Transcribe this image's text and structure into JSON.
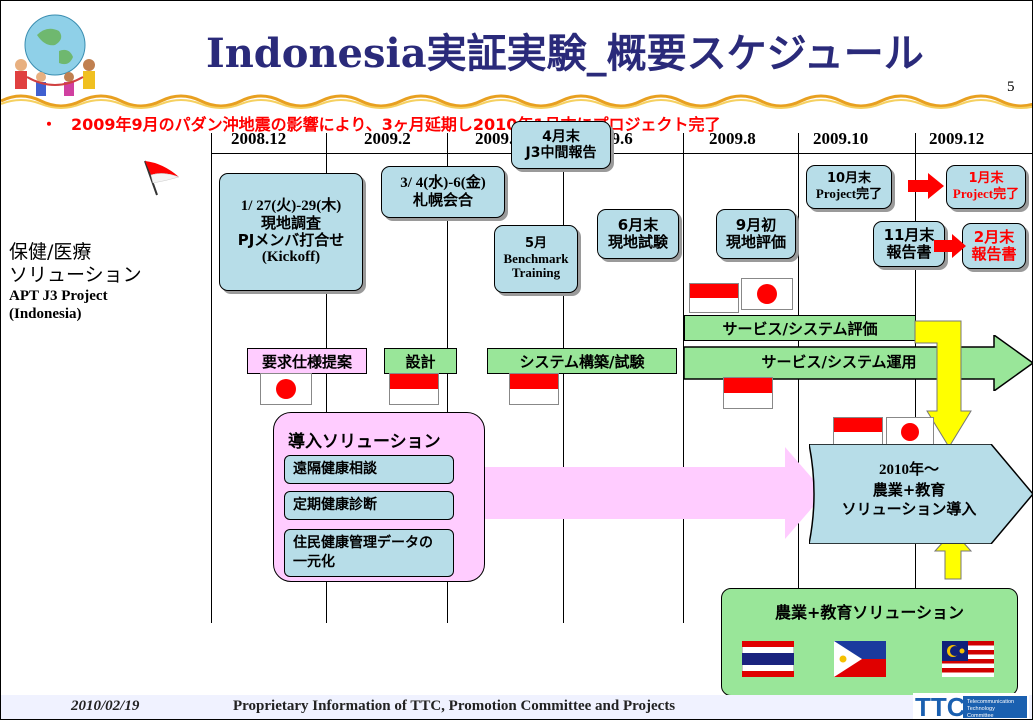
{
  "header": {
    "title": "Indonesia実証実験_概要スケジュール",
    "page_number": "5",
    "note_bullet": "・",
    "note": "2009年9月のパダン沖地震の影響により、3ヶ月延期し2010年1月末にプロジェクト完了"
  },
  "timeline": {
    "dates": [
      "2008.12",
      "2009.2",
      "2009.4",
      "2009.6",
      "2009.8",
      "2009.10",
      "2009.12"
    ]
  },
  "left_label": {
    "line1": "保健/医療",
    "line2": "ソリューション",
    "line3": "APT J3 Project",
    "line4": "(Indonesia)"
  },
  "milestones": {
    "kickoff": {
      "line1": "1/ 27(火)-29(木)",
      "line2": "現地調査",
      "line3": "PJメンバ打合せ",
      "line4": "(Kickoff)"
    },
    "sapporo": {
      "line1": "3/ 4(水)-6(金)",
      "line2": "札幌会合"
    },
    "j3_mid": {
      "line1": "4月末",
      "line2": "J3中間報告"
    },
    "benchmark": {
      "line1": "5月",
      "line2": "Benchmark",
      "line3": "Training"
    },
    "field_test": {
      "line1": "6月末",
      "line2": "現地試験"
    },
    "field_eval": {
      "line1": "9月初",
      "line2": "現地評価"
    },
    "project_done_old": {
      "line1": "10月末",
      "line2": "Project完了"
    },
    "project_done_new": {
      "line1": "1月末",
      "line2": "Project完了"
    },
    "report_old": {
      "line1": "11月末",
      "line2": "報告書"
    },
    "report_new": {
      "line1": "2月末",
      "line2": "報告書"
    }
  },
  "phases": {
    "requirements": "要求仕様提案",
    "design": "設計",
    "build_test": "システム構築/試験",
    "evaluation": "サービス/システム評価",
    "operation": "サービス/システム運用"
  },
  "solutions": {
    "heading": "導入ソリューション",
    "items": [
      "遠隔健康相談",
      "定期健康診断",
      "住民健康管理データの一元化"
    ]
  },
  "rollout": {
    "line1": "2010年～",
    "line2": "農業+教育",
    "line3": "ソリューション導入"
  },
  "agri_edu": {
    "heading": "農業+教育ソリューション"
  },
  "footer": {
    "date": "2010/02/19",
    "text": "Proprietary Information of TTC, Promotion Committee and Projects",
    "logo_letters": "TTC",
    "logo_line1": "Telecommunication",
    "logo_line2": "Technology",
    "logo_line3": "Committee"
  },
  "colors": {
    "title": "#2a2a7a",
    "note": "#ff0000",
    "milestone_fill": "#b7dde8",
    "pink_fill": "#ffccff",
    "green_fill": "#99e699",
    "arrow_yellow": "#ffff00",
    "arrow_red": "#ff0000"
  }
}
